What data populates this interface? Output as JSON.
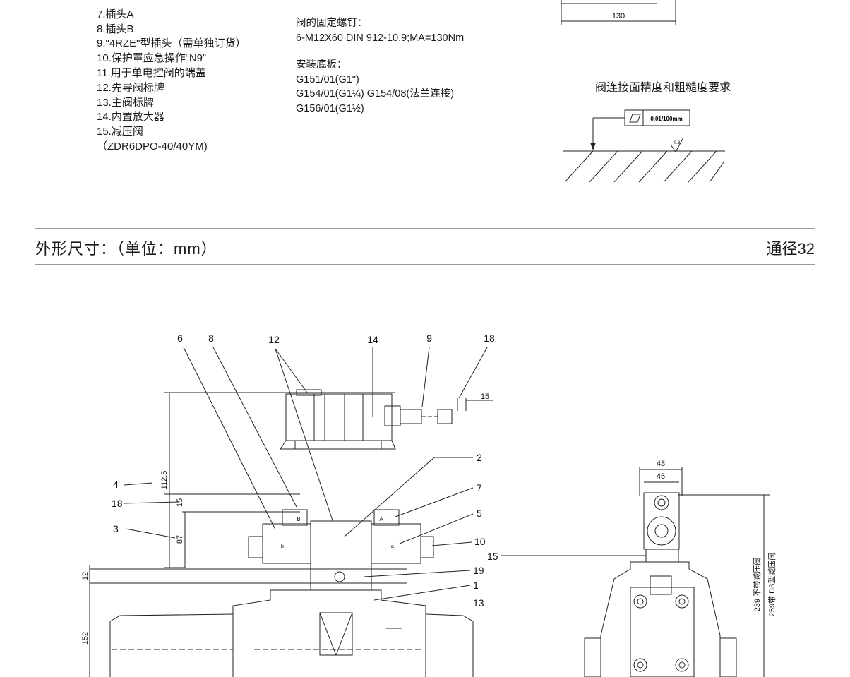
{
  "legend": {
    "items": [
      "7.插头A",
      "8.插头B",
      "9.\"4RZE\"型插头（需单独订货）",
      "10.保护罩应急操作“N9”",
      "11.用于单电控阀的端盖",
      "12.先导阀标牌",
      "13.主阀标牌",
      "14.内置放大器",
      "15.减压阀",
      "（ZDR6DPO-40/40YM)"
    ]
  },
  "screws": {
    "title": "阀的固定螺钉：",
    "spec": "6-M12X60 DIN 912-10.9;MA=130Nm"
  },
  "plates": {
    "title": "安装底板：",
    "line1": "G151/01(G1\")",
    "line2": "G154/01(G1¼)     G154/08(法兰连接)",
    "line3": "G156/01(G1½)"
  },
  "roughness": {
    "title": "阀连接面精度和粗糙度要求",
    "tolerance": "0.01/100mm",
    "ra": "0.8",
    "dim_130": "130"
  },
  "section": {
    "title": "外形尺寸：（单位：mm）",
    "size_label": "通径32"
  },
  "drawing": {
    "callouts_top": [
      "6",
      "8",
      "12",
      "14",
      "9",
      "18"
    ],
    "callouts_right": [
      "2",
      "7",
      "5",
      "10",
      "19",
      "1",
      "13"
    ],
    "callouts_left": [
      "4",
      "18",
      "3"
    ],
    "callout_15": "15",
    "dims": {
      "d15_top": "15",
      "d112_5": "112.5",
      "d15": "15",
      "d87": "87",
      "d12": "12",
      "d152": "152",
      "d48": "48",
      "d45": "45",
      "d239": "239 不带减压阀",
      "d259": "259带 D3型减压阀"
    },
    "plug_a": "A",
    "plug_b": "B",
    "sol_a": "a",
    "sol_b": "b"
  }
}
